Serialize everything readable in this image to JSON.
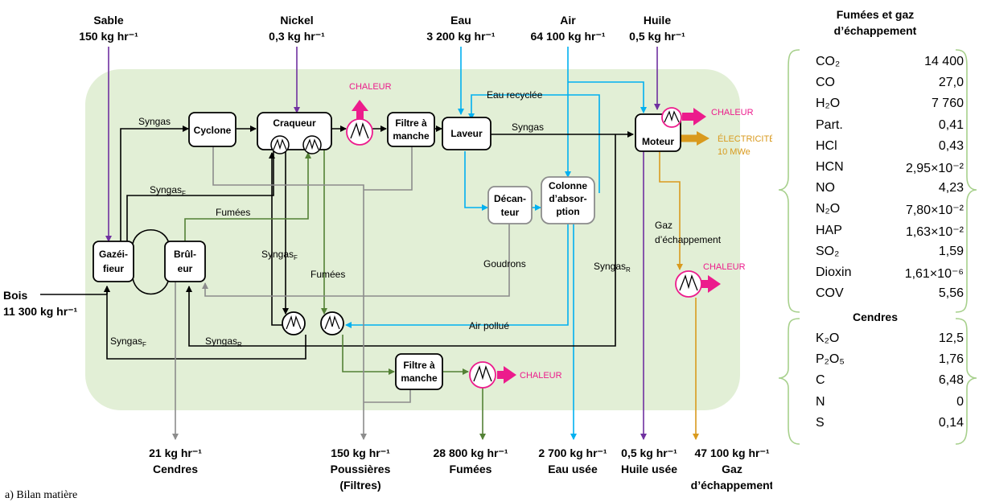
{
  "inputs": {
    "sable": {
      "name": "Sable",
      "flow": "150 kg hr⁻¹"
    },
    "nickel": {
      "name": "Nickel",
      "flow": "0,3 kg hr⁻¹"
    },
    "eau": {
      "name": "Eau",
      "flow": "3 200 kg hr⁻¹"
    },
    "air": {
      "name": "Air",
      "flow": "64 100 kg hr⁻¹"
    },
    "huile": {
      "name": "Huile",
      "flow": "0,5 kg hr⁻¹"
    },
    "bois": {
      "name": "Bois",
      "flow": "11 300 kg hr⁻¹"
    }
  },
  "units": {
    "gazeifieur": [
      "Gazéi-",
      "fieur"
    ],
    "bruleur": [
      "Brûl-",
      "eur"
    ],
    "cyclone": "Cyclone",
    "craqueur": "Craqueur",
    "filtre1": [
      "Filtre à",
      "manche"
    ],
    "laveur": "Laveur",
    "decanteur": [
      "Décan-",
      "teur"
    ],
    "colonne": [
      "Colonne",
      "d’absor-",
      "ption"
    ],
    "moteur": "Moteur",
    "filtre2": [
      "Filtre à",
      "manche"
    ]
  },
  "streams": {
    "syngas": "Syngas",
    "syngas_f": "Syngas",
    "syngas_r": "Syngas",
    "sub_f": "F",
    "sub_r": "R",
    "fumees": "Fumées",
    "eau_recyclee": "Eau recyclée",
    "goudrons": "Goudrons",
    "air_pollue": "Air pollué",
    "gaz_echappement": [
      "Gaz",
      "d’échappement"
    ]
  },
  "heat": {
    "chaleur": "CHALEUR",
    "electricite": [
      "ÉLECTRICITÉ",
      "10 MWe"
    ]
  },
  "outputs": {
    "cendres": {
      "flow": "21 kg hr⁻¹",
      "name": [
        "Cendres"
      ]
    },
    "poussieres": {
      "flow": "150 kg hr⁻¹",
      "name": [
        "Poussières",
        "(Filtres)"
      ]
    },
    "fumees": {
      "flow": "28 800 kg hr⁻¹",
      "name": [
        "Fumées"
      ]
    },
    "eau_usee": {
      "flow": "2 700 kg hr⁻¹",
      "name": [
        "Eau usée"
      ]
    },
    "huile_usee": {
      "flow": "0,5 kg hr⁻¹",
      "name": [
        "Huile usée"
      ]
    },
    "gaz": {
      "flow": "47 100 kg hr⁻¹",
      "name": [
        "Gaz",
        "d’échappement"
      ]
    }
  },
  "side_table": {
    "title": [
      "Fumées et gaz",
      "d’échappement"
    ],
    "fumees_rows": [
      {
        "k": "CO₂",
        "v": "14 400"
      },
      {
        "k": "CO",
        "v": "27,0"
      },
      {
        "k": "H₂O",
        "v": "7 760"
      },
      {
        "k": "Part.",
        "v": "0,41"
      },
      {
        "k": "HCl",
        "v": "0,43"
      },
      {
        "k": "HCN",
        "v": "2,95×10⁻²"
      },
      {
        "k": "NO",
        "v": "4,23"
      },
      {
        "k": "N₂O",
        "v": "7,80×10⁻²"
      },
      {
        "k": "HAP",
        "v": "1,63×10⁻²"
      },
      {
        "k": "SO₂",
        "v": "1,59"
      },
      {
        "k": "Dioxin",
        "v": "1,61×10⁻⁶"
      },
      {
        "k": "COV",
        "v": "5,56"
      }
    ],
    "cendres_title": "Cendres",
    "cendres_rows": [
      {
        "k": "K₂O",
        "v": "12,5"
      },
      {
        "k": "P₂O₅",
        "v": "1,76"
      },
      {
        "k": "C",
        "v": "6,48"
      },
      {
        "k": "N",
        "v": "0"
      },
      {
        "k": "S",
        "v": "0,14"
      }
    ]
  },
  "caption": "a)   Bilan matière",
  "colors": {
    "background_zone": "#e2efd6",
    "purple": "#7030a0",
    "cyan": "#00b0f0",
    "green": "#538135",
    "gray": "#8c8c8c",
    "orange": "#d99a1e",
    "magenta": "#ec1c8c",
    "black": "#000000"
  }
}
